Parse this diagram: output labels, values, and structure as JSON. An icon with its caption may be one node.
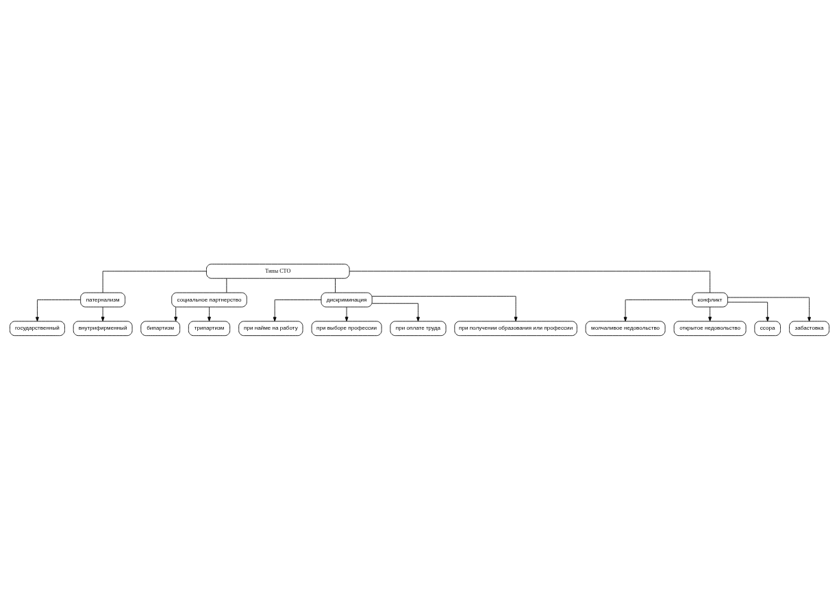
{
  "diagram": {
    "nodes": [
      {
        "text": [
          "Типы СТО"
        ]
      },
      {
        "text": [
          "патернализм"
        ]
      },
      {
        "text": [
          "государственный"
        ]
      },
      {
        "text": [
          "внутрифирменный"
        ]
      },
      {
        "text": [
          "социальное партнерство"
        ]
      },
      {
        "text": [
          "бипартизм"
        ]
      },
      {
        "text": [
          "трипартизм"
        ]
      },
      {
        "text": [
          "дискриминация"
        ]
      },
      {
        "text": [
          "при найме на работу"
        ]
      },
      {
        "text": [
          "при выборе профессии"
        ]
      },
      {
        "text": [
          "при оплате труда"
        ]
      },
      {
        "text": [
          "при получении образования или профессии"
        ]
      },
      {
        "text": [
          "конфликт"
        ]
      },
      {
        "text": [
          "молчаливое недовольство"
        ]
      },
      {
        "text": [
          "открытое недовольство"
        ]
      },
      {
        "text": [
          "ссора"
        ]
      },
      {
        "text": [
          "забастовка"
        ]
      }
    ],
    "edges": [
      {
        "from": 0,
        "to": 1,
        "arrow": "none"
      },
      {
        "from": 0,
        "to": 4,
        "arrow": "none"
      },
      {
        "from": 0,
        "to": 7,
        "arrow": "none"
      },
      {
        "from": 0,
        "to": 12,
        "arrow": "none"
      },
      {
        "from": 1,
        "to": 2,
        "arrow": "to"
      },
      {
        "from": 1,
        "to": 3,
        "arrow": "to"
      },
      {
        "from": 4,
        "to": 5,
        "arrow": "to"
      },
      {
        "from": 4,
        "to": 6,
        "arrow": "to"
      },
      {
        "from": 7,
        "to": 8,
        "arrow": "to"
      },
      {
        "from": 7,
        "to": 9,
        "arrow": "to"
      },
      {
        "from": 7,
        "to": 10,
        "arrow": "to"
      },
      {
        "from": 7,
        "to": 11,
        "arrow": "to"
      },
      {
        "from": 12,
        "to": 13,
        "arrow": "to"
      },
      {
        "from": 12,
        "to": 14,
        "arrow": "to"
      },
      {
        "from": 12,
        "to": 15,
        "arrow": "to"
      },
      {
        "from": 12,
        "to": 16,
        "arrow": "to"
      }
    ]
  }
}
